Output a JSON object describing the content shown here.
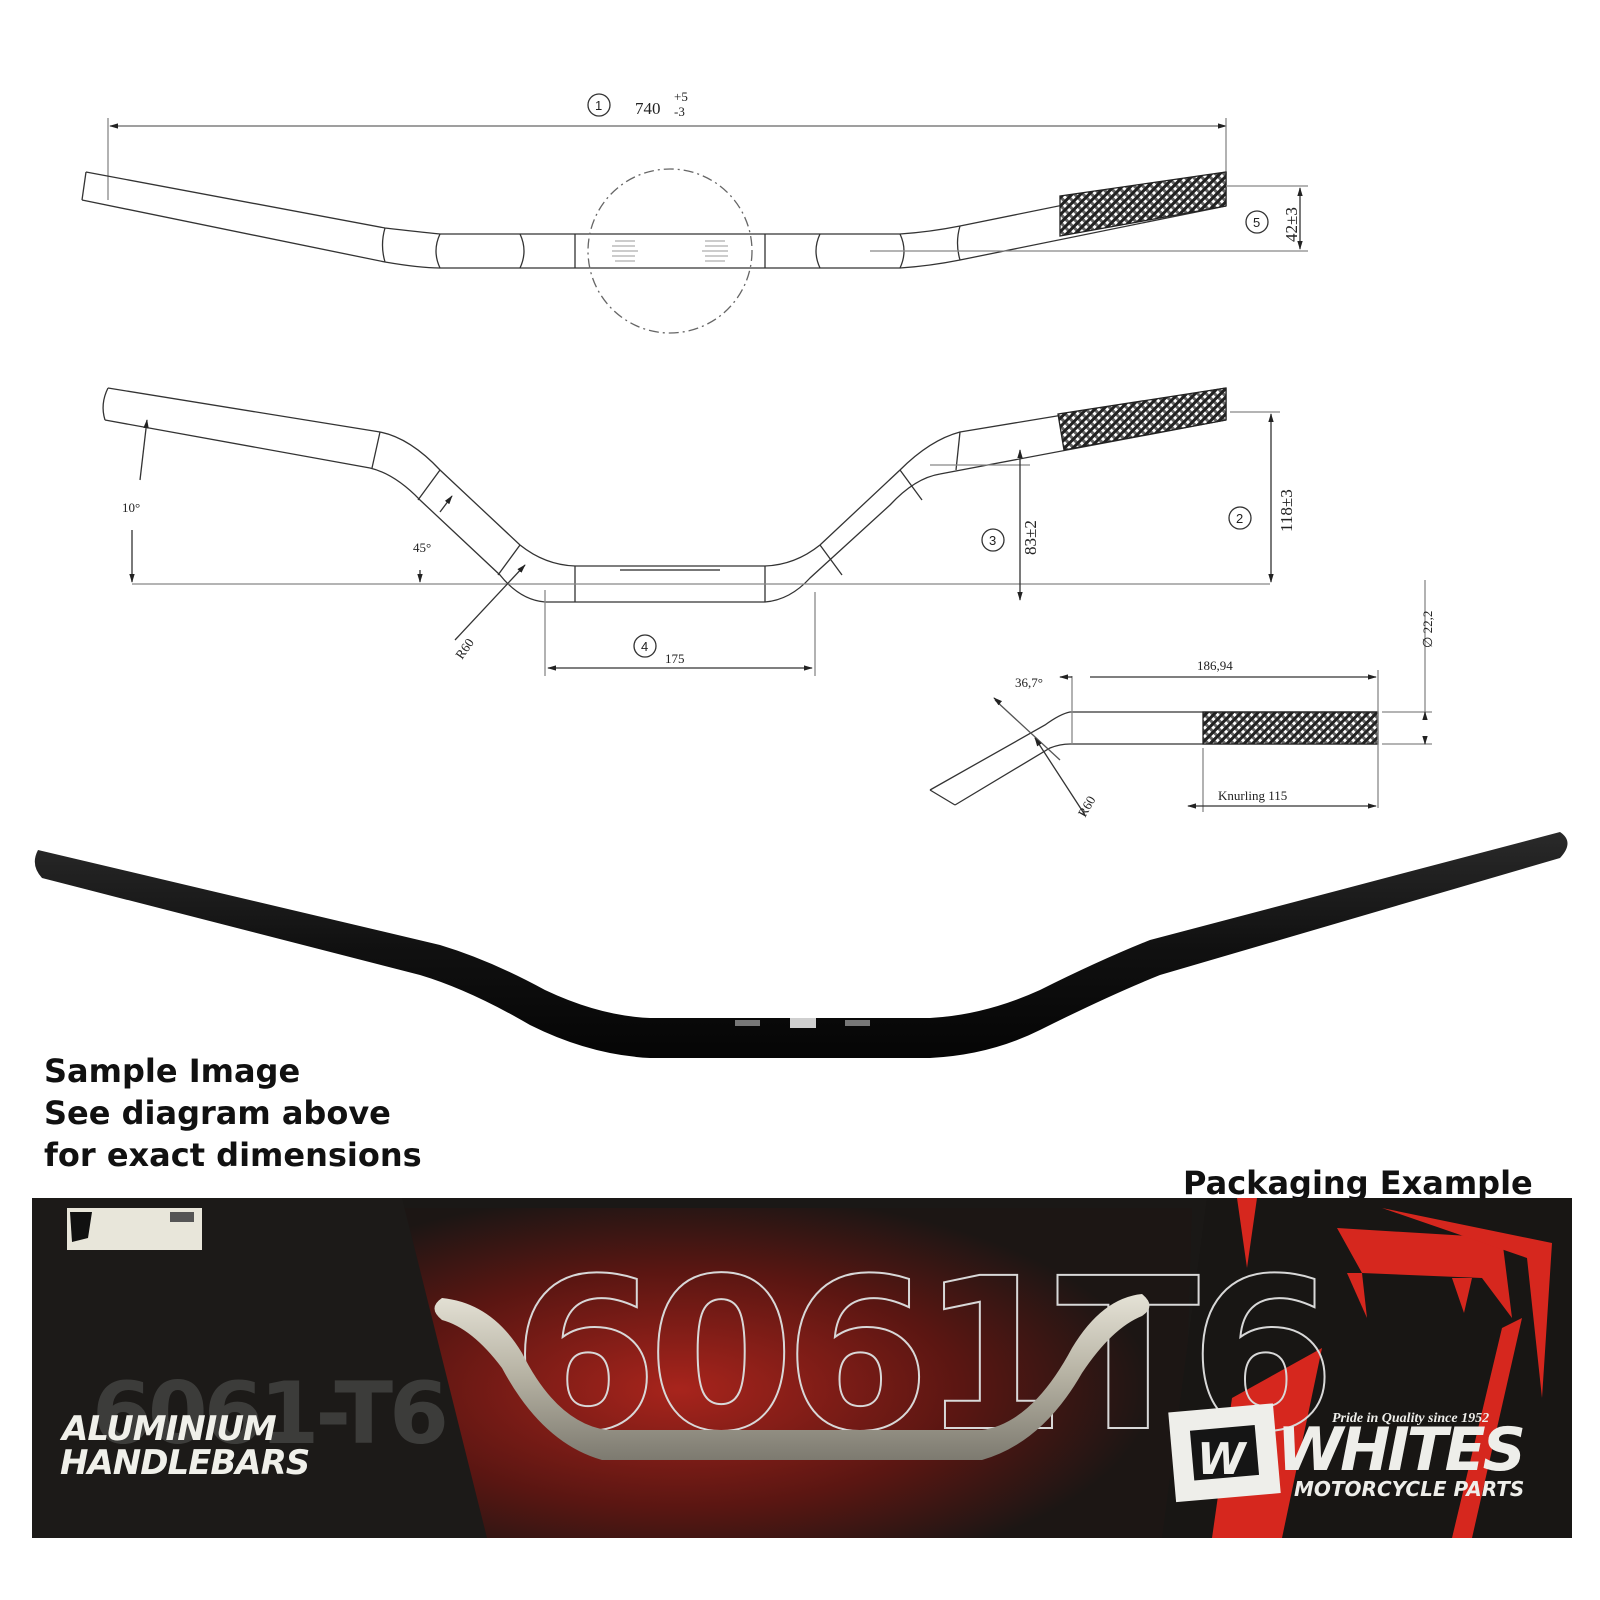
{
  "drawing": {
    "top_view": {
      "overall_width": {
        "callout": "1",
        "value": "740",
        "tol_upper": "+5",
        "tol_lower": "-3"
      },
      "grip_rise": {
        "callout": "5",
        "value": "42±3"
      },
      "clamp_circle": "dash-dot clamp zone circle"
    },
    "front_view": {
      "end_angle": "10°",
      "bend_angle": "45°",
      "bend_radius": "R60",
      "total_rise": {
        "callout": "2",
        "value": "118±3"
      },
      "bend_rise": {
        "callout": "3",
        "value": "83±2"
      },
      "center_width": {
        "callout": "4",
        "value": "175"
      }
    },
    "end_detail": {
      "angle": "36,7°",
      "straight_length": "186,94",
      "diameter": "∅ 22,2",
      "bend_radius": "R60",
      "knurling": "Knurling 115"
    }
  },
  "photo": {
    "caption_lines": [
      "Sample Image",
      "See diagram above",
      "for exact dimensions"
    ]
  },
  "packaging": {
    "heading": "Packaging Example",
    "alloy": "6061-T6",
    "product_line1": "ALUMINIUM",
    "product_line2": "HANDLEBARS",
    "center_outline_text": "6061T6",
    "brand": "WHITES",
    "brand_tagline": "Pride in Quality since 1952",
    "brand_sub": "MOTORCYCLE PARTS",
    "colors": {
      "box_black": "#1a1816",
      "accent_red": "#d6271e",
      "bar_silver": "#b9b5a6"
    }
  }
}
